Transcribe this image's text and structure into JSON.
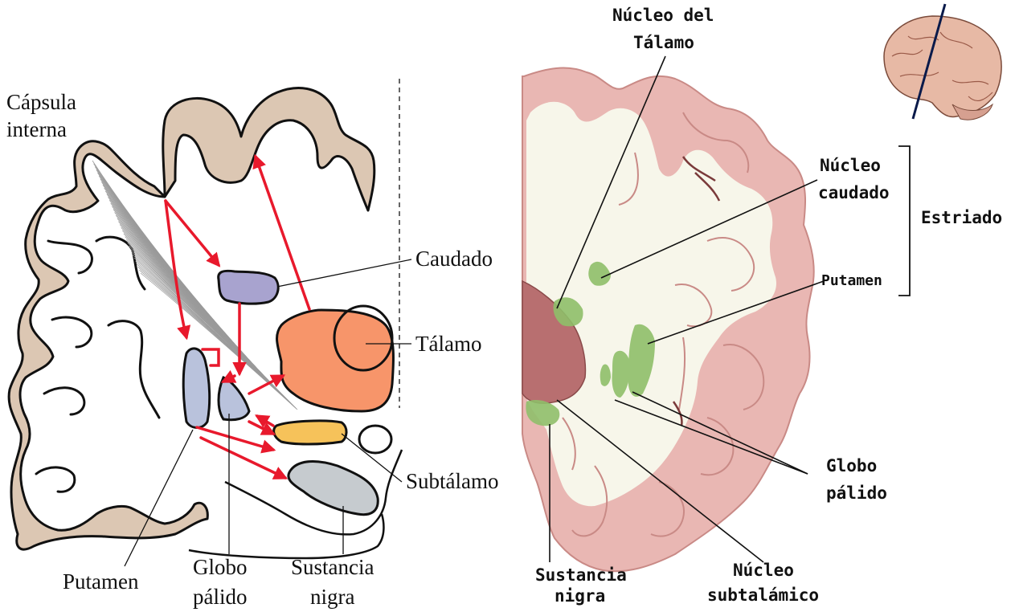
{
  "left_diagram": {
    "labels": {
      "capsula_line1": "Cápsula",
      "capsula_line2": "interna",
      "caudado": "Caudado",
      "talamo": "Tálamo",
      "subtalamo": "Subtálamo",
      "putamen": "Putamen",
      "globo_line1": "Globo",
      "globo_line2": "pálido",
      "sustancia_line1": "Sustancia",
      "sustancia_line2": "nigra"
    },
    "colors": {
      "cortex": "#dcc7b3",
      "outline": "#111111",
      "caudate": "#a8a3cf",
      "thalamus": "#f7956a",
      "putamen": "#b9c2dc",
      "globus": "#b9c2dc",
      "subthalamus": "#f6c25a",
      "nigra": "#c6cbcf",
      "arrows": "#e8192c",
      "fibers": "#9a9a9a"
    }
  },
  "right_diagram": {
    "labels": {
      "talamo_line1": "Núcleo del",
      "talamo_line2": "Tálamo",
      "caudado_line1": "Núcleo",
      "caudado_line2": "caudado",
      "estriado": "Estriado",
      "putamen": "Putamen",
      "globo_line1": "Globo",
      "globo_line2": "pálido",
      "sustancia_line1": "Sustancia",
      "sustancia_line2": "nigra",
      "subtal_line1": "Núcleo",
      "subtal_line2": "subtalámico"
    },
    "colors": {
      "gray_matter": "#e9b7b3",
      "white_matter": "#f7f6ea",
      "nuclei": "#8fbf6a",
      "thalamus_tissue": "#b86f70"
    }
  }
}
